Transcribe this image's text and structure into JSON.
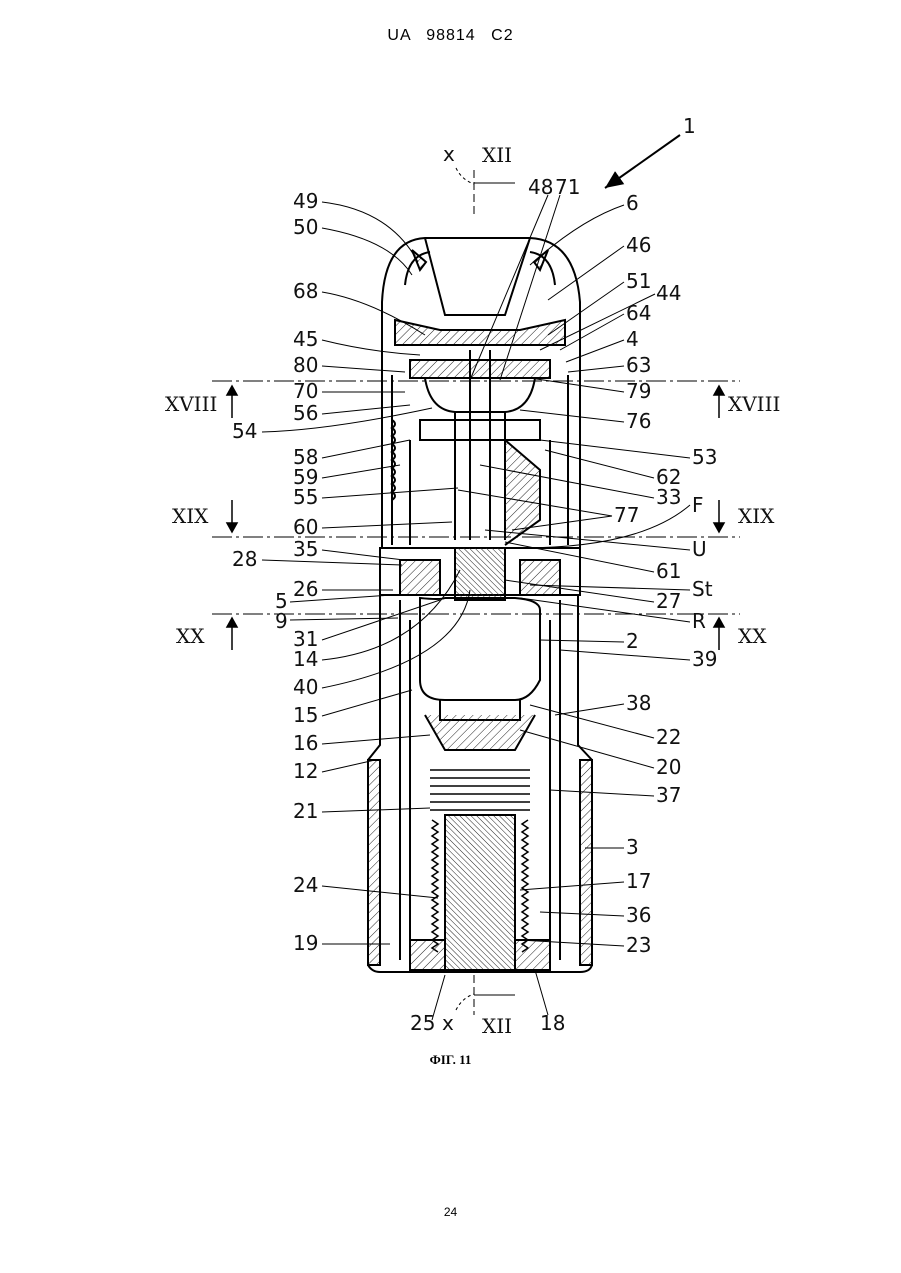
{
  "header": {
    "text": "UA  98814  C2"
  },
  "page_number": "24",
  "caption": "ФІГ. 11",
  "figure": {
    "main_ref": "1",
    "section_marks": {
      "xii": "XII",
      "xviii": "XVIII",
      "xix": "XIX",
      "xx": "XX",
      "x": "x"
    },
    "labels_left": [
      "49",
      "50",
      "68",
      "45",
      "80",
      "70",
      "56",
      "54",
      "58",
      "59",
      "55",
      "60",
      "28",
      "35",
      "26",
      "5",
      "9",
      "31",
      "14",
      "40",
      "15",
      "16",
      "12",
      "21",
      "24",
      "19",
      "25"
    ],
    "labels_right": [
      "48",
      "71",
      "6",
      "46",
      "51",
      "44",
      "64",
      "4",
      "63",
      "79",
      "76",
      "53",
      "62",
      "33",
      "77",
      "F",
      "U",
      "61",
      "St",
      "27",
      "R",
      "2",
      "39",
      "38",
      "22",
      "20",
      "37",
      "3",
      "17",
      "36",
      "23",
      "18"
    ]
  }
}
